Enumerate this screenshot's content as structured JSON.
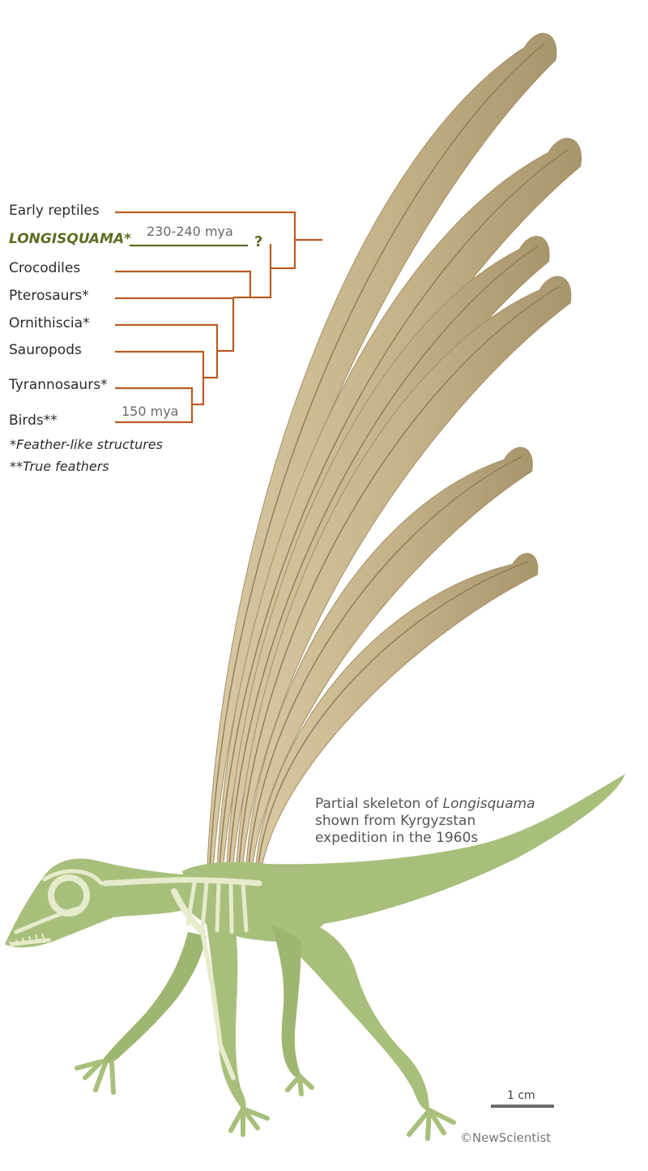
{
  "cladogram": {
    "taxa": [
      {
        "id": "early-reptiles",
        "label": "Early reptiles",
        "highlight": false
      },
      {
        "id": "longisquama",
        "label": "LONGISQUAMA*",
        "highlight": true
      },
      {
        "id": "crocodiles",
        "label": "Crocodiles",
        "highlight": false
      },
      {
        "id": "pterosaurs",
        "label": "Pterosaurs*",
        "highlight": false
      },
      {
        "id": "ornithiscia",
        "label": "Ornithiscia*",
        "highlight": false
      },
      {
        "id": "sauropods",
        "label": "Sauropods",
        "highlight": false
      },
      {
        "id": "tyrannosaurs",
        "label": "Tyrannosaurs*",
        "highlight": false
      },
      {
        "id": "birds",
        "label": "Birds**",
        "highlight": false
      }
    ],
    "time_labels": {
      "longisquama": "230-240 mya",
      "birds": "150 mya"
    },
    "uncertain_mark": "?",
    "footnotes": [
      "*Feather-like structures",
      "**True feathers"
    ],
    "colors": {
      "branch": "#b85c22",
      "highlight": "#5b6e22"
    }
  },
  "illustration": {
    "subject": "Longisquama",
    "colors": {
      "feather": "#c7b48c",
      "feather_dark": "#a9966c",
      "body": "#a9bf7c",
      "bone": "#e8ecd2"
    }
  },
  "caption": {
    "line1_prefix": "Partial skeleton of ",
    "line1_italic": "Longisquama",
    "line2": "shown from Kyrgyzstan",
    "line3": "expedition in the 1960s"
  },
  "scale_bar": {
    "label": "1 cm"
  },
  "credit": "©NewScientist"
}
